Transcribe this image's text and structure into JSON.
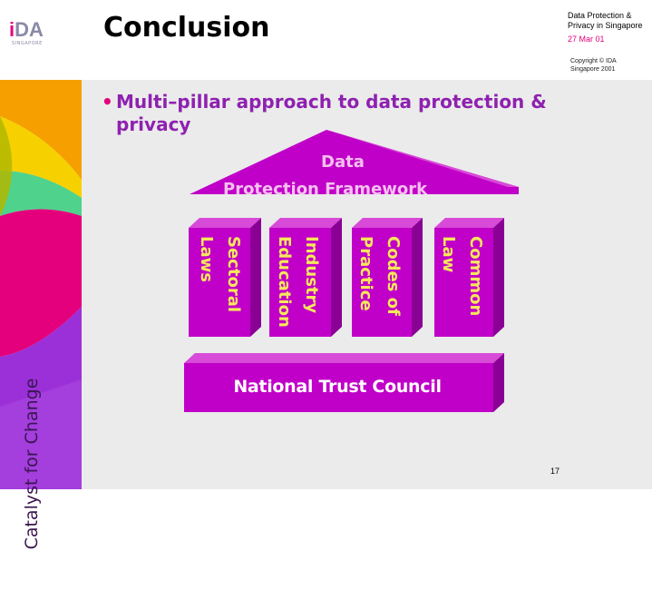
{
  "header": {
    "logo_text": "iDA",
    "logo_sub": "SINGAPORE",
    "title": "Conclusion",
    "topic_line1": "Data Protection &",
    "topic_line2": "Privacy in Singapore",
    "date": "27 Mar 01",
    "copyright_line1": "Copyright © IDA",
    "copyright_line2": "Singapore 2001"
  },
  "side_band": {
    "tagline": "Catalyst  for  Change",
    "colors": [
      "#f5a000",
      "#f7d000",
      "#4fd28c",
      "#e4007c",
      "#9b30d8",
      "#3a1650"
    ]
  },
  "bullet": {
    "line1": "Multi–pillar approach to data protection &",
    "line2": "privacy"
  },
  "diagram": {
    "roof_line1": "Data",
    "roof_line2": "Protection  Framework",
    "pillars": [
      {
        "text": "Sectoral\nLaws"
      },
      {
        "text": "Industry\nEducation"
      },
      {
        "text": "Codes of\nPractice"
      },
      {
        "text": "Common\nLaw"
      }
    ],
    "base": "National Trust Council",
    "colors": {
      "magenta_front": "#c000c8",
      "magenta_side": "#8a0094",
      "magenta_top": "#d84ad8",
      "pillar_text": "#f6e85a",
      "roof_text": "#f6c0f0"
    }
  },
  "footer": {
    "page_number": "17"
  }
}
